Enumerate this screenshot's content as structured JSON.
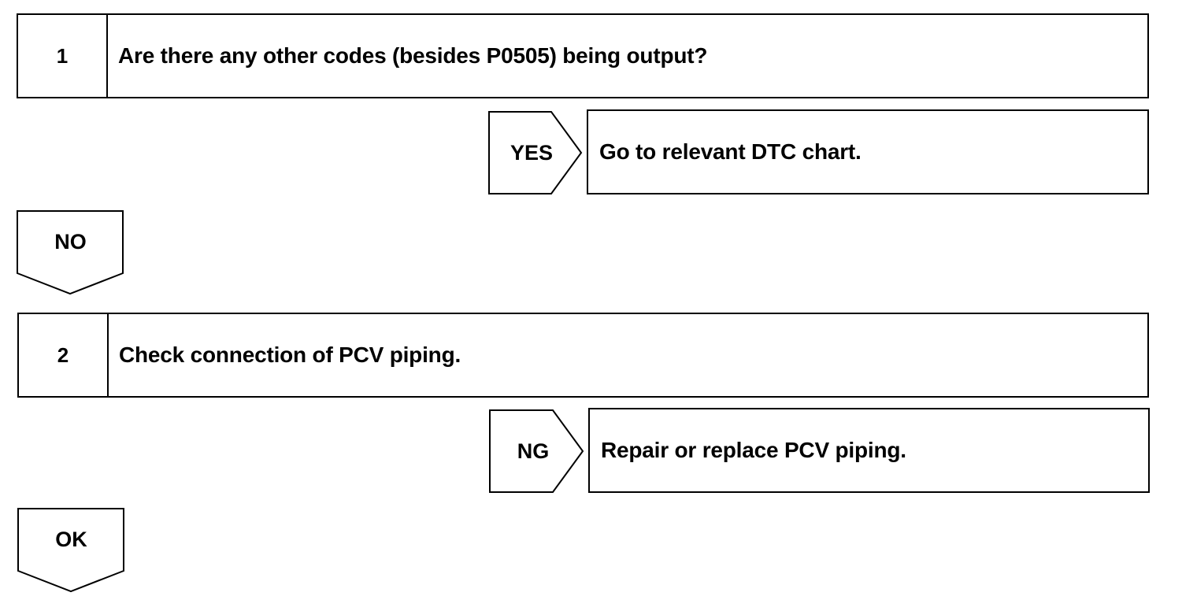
{
  "steps": [
    {
      "number": "1",
      "text": "Are there any other codes (besides P0505) being output?"
    },
    {
      "number": "2",
      "text": "Check connection of PCV piping."
    }
  ],
  "side_results": [
    {
      "tag": "YES",
      "text": "Go to relevant DTC chart."
    },
    {
      "tag": "NG",
      "text": "Repair or replace PCV piping."
    }
  ],
  "down_tags": [
    "NO",
    "OK"
  ]
}
